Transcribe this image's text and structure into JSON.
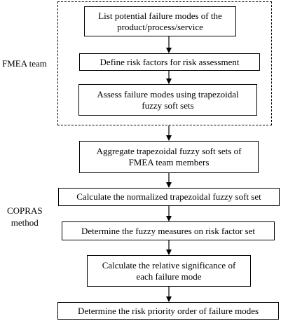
{
  "groups": {
    "fmea_team": {
      "label": "FMEA team"
    },
    "copras_method": {
      "label_line1": "COPRAS",
      "label_line2": "method"
    }
  },
  "steps": [
    {
      "line1": "List potential failure modes of the",
      "line2": "product/process/service"
    },
    {
      "line1": "Define risk factors for risk assessment"
    },
    {
      "line1": "Assess failure modes using trapezoidal",
      "line2": "fuzzy soft sets"
    },
    {
      "line1": "Aggregate trapezoidal fuzzy soft sets of",
      "line2": "FMEA team members"
    },
    {
      "line1": "Calculate the normalized trapezoidal fuzzy soft set"
    },
    {
      "line1": "Determine the fuzzy measures on risk factor set"
    },
    {
      "line1": "Calculate the relative significance of",
      "line2": "each failure mode"
    },
    {
      "line1": "Determine the risk priority order of failure modes"
    }
  ]
}
